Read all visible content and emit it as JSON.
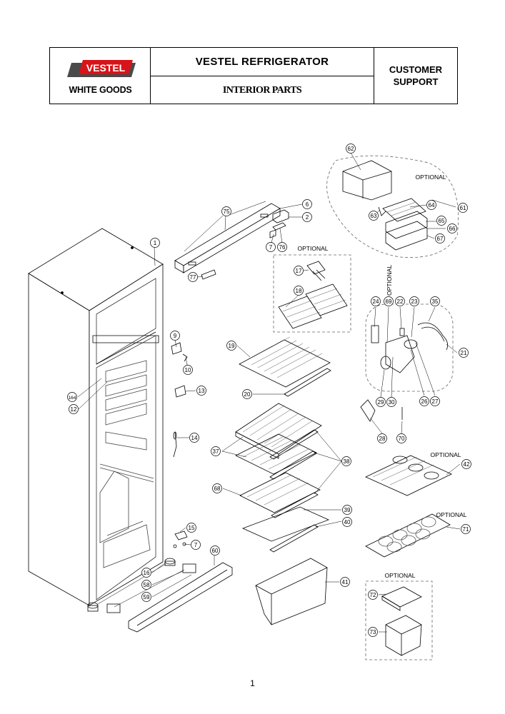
{
  "header": {
    "brand": "VESTEL",
    "subbrand": "WHITE GOODS",
    "title": "VESTEL REFRIGERATOR",
    "subtitle": "INTERIOR PARTS",
    "support_line1": "CUSTOMER",
    "support_line2": "SUPPORT"
  },
  "colors": {
    "logo_red": "#d7141a",
    "logo_dark": "#4a4a4a",
    "line": "#000000"
  },
  "optional_labels": [
    "OPTIONAL",
    "OPTIONAL",
    "OPTIONAL",
    "OPTIONAL",
    "OPTIONAL",
    "OPTIONAL"
  ],
  "callouts": [
    "62",
    "61",
    "64",
    "63",
    "65",
    "66",
    "67",
    "75",
    "6",
    "2",
    "7",
    "76",
    "1",
    "77",
    "17",
    "18",
    "24",
    "69",
    "22",
    "23",
    "35",
    "21",
    "9",
    "10",
    "19",
    "13",
    "20",
    "164",
    "12",
    "29",
    "30",
    "26",
    "27",
    "14",
    "28",
    "70",
    "37",
    "38",
    "42",
    "68",
    "39",
    "40",
    "71",
    "15",
    "7",
    "60",
    "16",
    "58",
    "59",
    "41",
    "72",
    "73"
  ],
  "page_number": "1"
}
